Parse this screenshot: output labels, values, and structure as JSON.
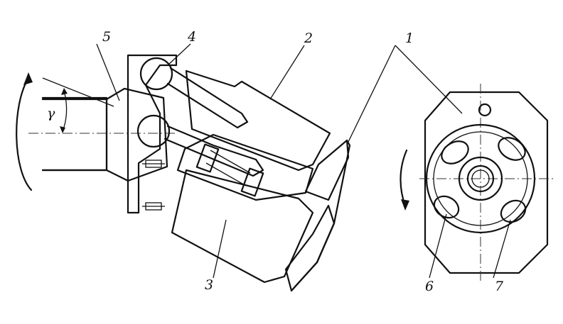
{
  "labels": {
    "part_1": "1",
    "part_2": "2",
    "part_3": "3",
    "part_4": "4",
    "part_5": "5",
    "part_6": "6",
    "part_7": "7",
    "angle": "γ"
  },
  "colors": {
    "ink": "#111111",
    "background": "#ffffff"
  }
}
